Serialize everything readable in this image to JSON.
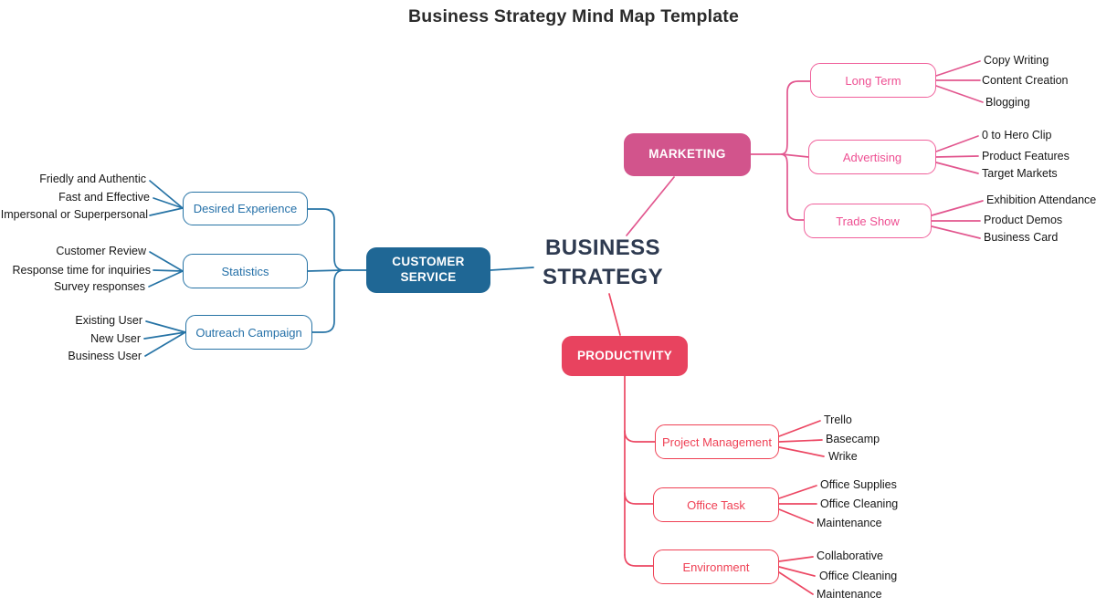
{
  "title": "Business Strategy Mind Map Template",
  "root": {
    "label": "BUSINESS STRATEGY"
  },
  "colors": {
    "customer_service_fill": "#1f6795",
    "marketing_fill": "#d2548c",
    "productivity_fill": "#e8435f",
    "blue_line": "#2673a5",
    "pink_line": "#e2578f",
    "red_line": "#ec4763",
    "root_text": "#2e3a50"
  },
  "branches": [
    {
      "label": "CUSTOMER SERVICE",
      "children": [
        {
          "label": "Desired Experience",
          "leaves": [
            "Friedly and Authentic",
            "Fast and Effective",
            "Impersonal or Superpersonal"
          ]
        },
        {
          "label": "Statistics",
          "leaves": [
            "Customer Review",
            "Response time for inquiries",
            "Survey responses"
          ]
        },
        {
          "label": "Outreach Campaign",
          "leaves": [
            "Existing User",
            "New User",
            "Business User"
          ]
        }
      ]
    },
    {
      "label": "MARKETING",
      "children": [
        {
          "label": "Long Term",
          "leaves": [
            "Copy Writing",
            "Content Creation",
            "Blogging"
          ]
        },
        {
          "label": "Advertising",
          "leaves": [
            "0 to Hero Clip",
            "Product Features",
            "Target Markets"
          ]
        },
        {
          "label": "Trade Show",
          "leaves": [
            "Exhibition Attendance",
            "Product Demos",
            "Business Card"
          ]
        }
      ]
    },
    {
      "label": "PRODUCTIVITY",
      "children": [
        {
          "label": "Project Management",
          "leaves": [
            "Trello",
            "Basecamp",
            "Wrike"
          ]
        },
        {
          "label": "Office Task",
          "leaves": [
            "Office Supplies",
            "Office Cleaning",
            "Maintenance"
          ]
        },
        {
          "label": "Environment",
          "leaves": [
            "Collaborative",
            "Office Cleaning",
            "Maintenance"
          ]
        }
      ]
    }
  ]
}
